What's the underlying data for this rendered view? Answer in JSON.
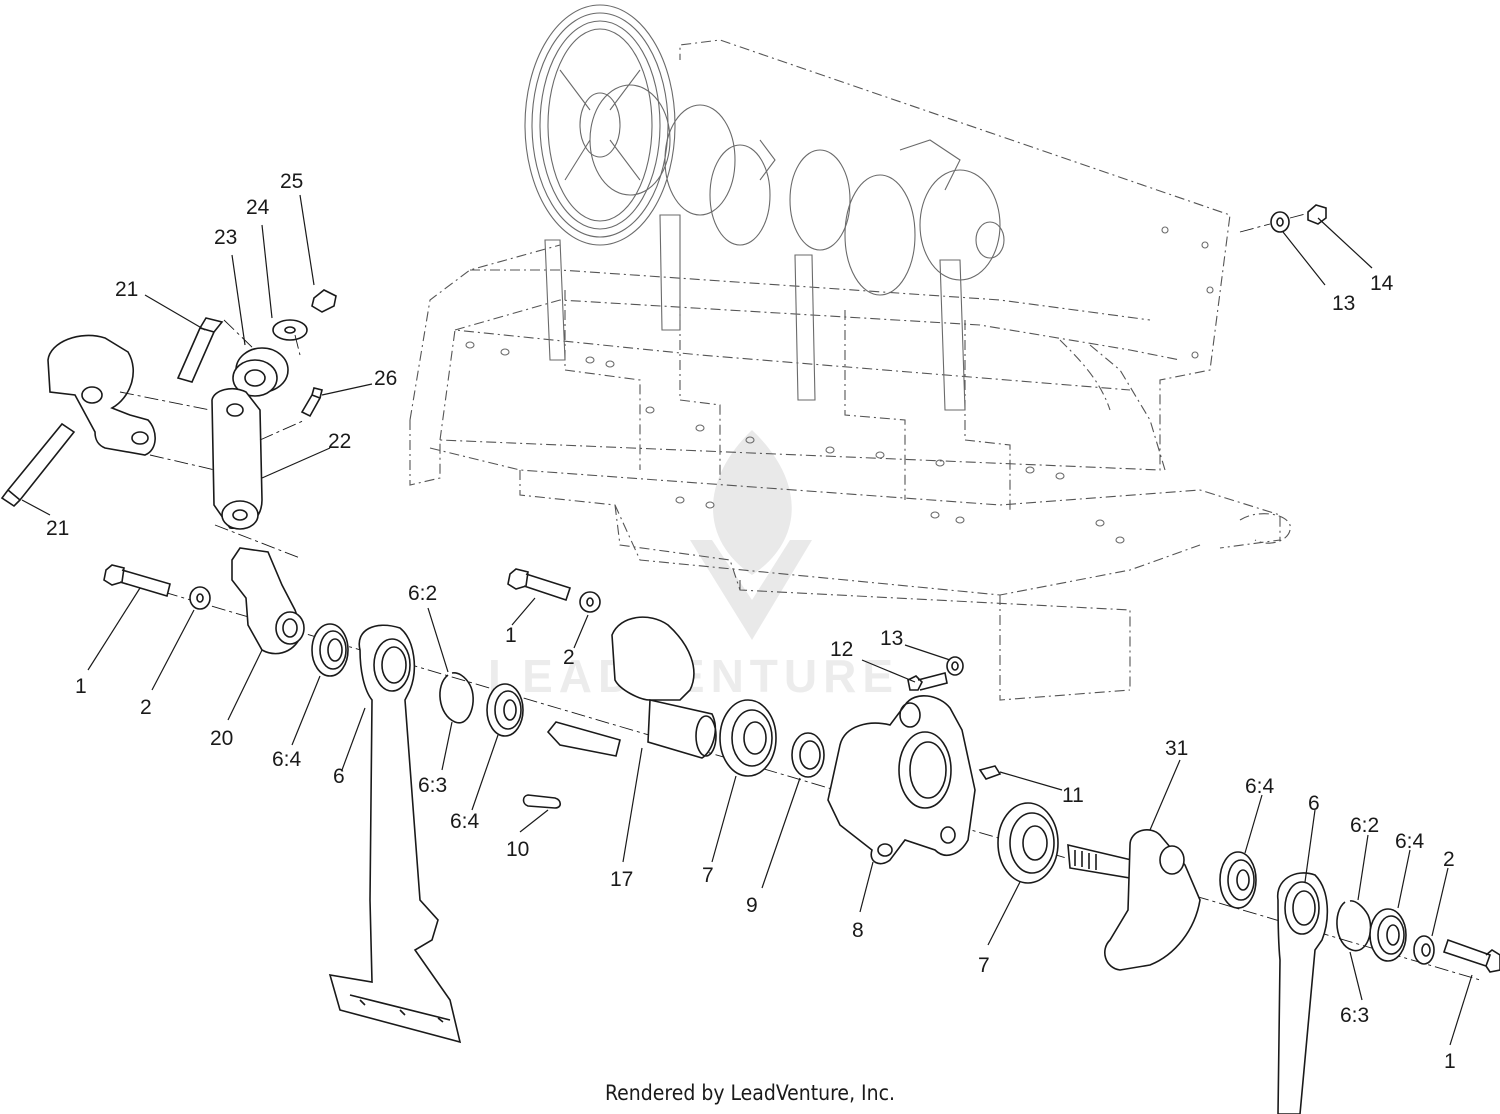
{
  "watermark": {
    "text": "LEADVENTURE"
  },
  "footer": {
    "text": "Rendered by LeadVenture, Inc."
  },
  "callouts": [
    {
      "id": "c-25",
      "label": "25"
    },
    {
      "id": "c-24",
      "label": "24"
    },
    {
      "id": "c-23",
      "label": "23"
    },
    {
      "id": "c-21a",
      "label": "21"
    },
    {
      "id": "c-26",
      "label": "26"
    },
    {
      "id": "c-22",
      "label": "22"
    },
    {
      "id": "c-21b",
      "label": "21"
    },
    {
      "id": "c-14",
      "label": "14"
    },
    {
      "id": "c-13a",
      "label": "13"
    },
    {
      "id": "c-1a",
      "label": "1"
    },
    {
      "id": "c-2a",
      "label": "2"
    },
    {
      "id": "c-20",
      "label": "20"
    },
    {
      "id": "c-64a",
      "label": "6:4"
    },
    {
      "id": "c-6a",
      "label": "6"
    },
    {
      "id": "c-62a",
      "label": "6:2"
    },
    {
      "id": "c-63a",
      "label": "6:3"
    },
    {
      "id": "c-64b",
      "label": "6:4"
    },
    {
      "id": "c-1b",
      "label": "1"
    },
    {
      "id": "c-2b",
      "label": "2"
    },
    {
      "id": "c-10",
      "label": "10"
    },
    {
      "id": "c-17",
      "label": "17"
    },
    {
      "id": "c-7a",
      "label": "7"
    },
    {
      "id": "c-9",
      "label": "9"
    },
    {
      "id": "c-12",
      "label": "12"
    },
    {
      "id": "c-13b",
      "label": "13"
    },
    {
      "id": "c-11",
      "label": "11"
    },
    {
      "id": "c-8",
      "label": "8"
    },
    {
      "id": "c-7b",
      "label": "7"
    },
    {
      "id": "c-31",
      "label": "31"
    },
    {
      "id": "c-64c",
      "label": "6:4"
    },
    {
      "id": "c-6b",
      "label": "6"
    },
    {
      "id": "c-62b",
      "label": "6:2"
    },
    {
      "id": "c-64d",
      "label": "6:4"
    },
    {
      "id": "c-2c",
      "label": "2"
    },
    {
      "id": "c-63b",
      "label": "6:3"
    },
    {
      "id": "c-1c",
      "label": "1"
    }
  ]
}
